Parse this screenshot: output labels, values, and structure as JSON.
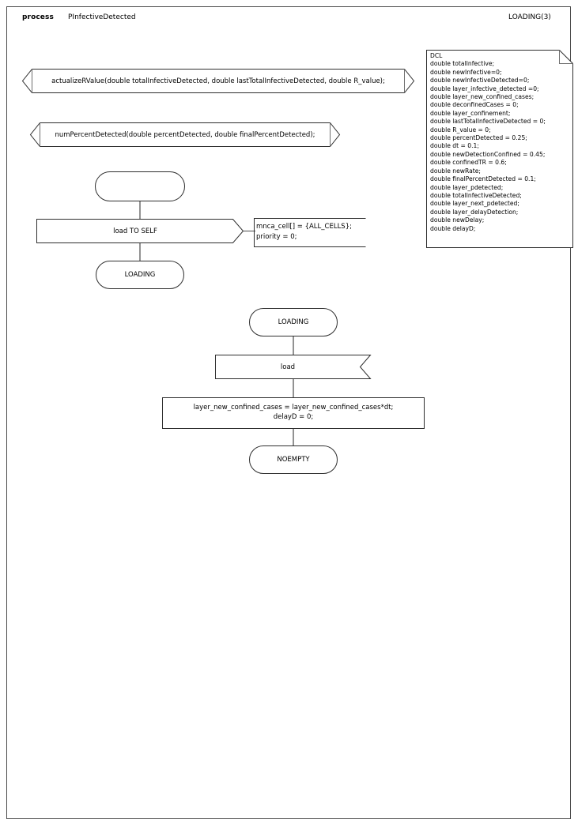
{
  "header": {
    "keyword": "process",
    "diagram_name": "PInfectiveDetected",
    "page_label": "LOADING(3)"
  },
  "declaration_box": {
    "name": "dcl-text-box",
    "lines": [
      "DCL",
      "double totalInfective;",
      "double newInfective=0;",
      "double newInfectiveDetected=0;",
      "double layer_infective_detected =0;",
      "double layer_new_confined_cases;",
      "double deconfinedCases = 0;",
      "double layer_confinement;",
      "double lastTotalInfectiveDetected = 0;",
      "double R_value = 0;",
      "double percentDetected = 0.25;",
      "double dt = 0.1;",
      "double newDetectionConfined = 0.45;",
      "double confinedTR = 0.6;",
      "double newRate;",
      "double finalPercentDetected = 0.1;",
      "double layer_pdetected;",
      "double totalInfectiveDetected;",
      "double layer_next_pdetected;",
      "double layer_delayDetection;",
      "double newDelay;",
      "double delayD;"
    ]
  },
  "procedure_declarations": [
    {
      "name": "procedure-actualizeRValue",
      "text": "actualizeRValue(double totalInfectiveDetected, double lastTotalInfectiveDetected, double R_value);"
    },
    {
      "name": "procedure-numPercentDetected",
      "text": "numPercentDetected(double percentDetected, double finalPercentDetected);"
    }
  ],
  "flow_a": {
    "start_symbol": {
      "label": ""
    },
    "output_symbol": {
      "label": "load TO SELF"
    },
    "comment": {
      "lines": [
        "mnca_cell[] = {ALL_CELLS};",
        "priority = 0;"
      ]
    },
    "state_symbol": {
      "label": "LOADING"
    }
  },
  "flow_b": {
    "state_symbol": {
      "label": "LOADING"
    },
    "input_symbol": {
      "label": "load"
    },
    "task_symbol": {
      "lines": [
        "layer_new_confined_cases = layer_new_confined_cases*dt;",
        "delayD = 0;"
      ]
    },
    "next_state_symbol": {
      "label": "NOEMPTY"
    }
  },
  "colors": {
    "line_dark": "#2e2e2e",
    "line_gray": "#6e6e6e",
    "flow_line": "#4a4a4a",
    "background": "#ffffff",
    "text": "#000000"
  }
}
